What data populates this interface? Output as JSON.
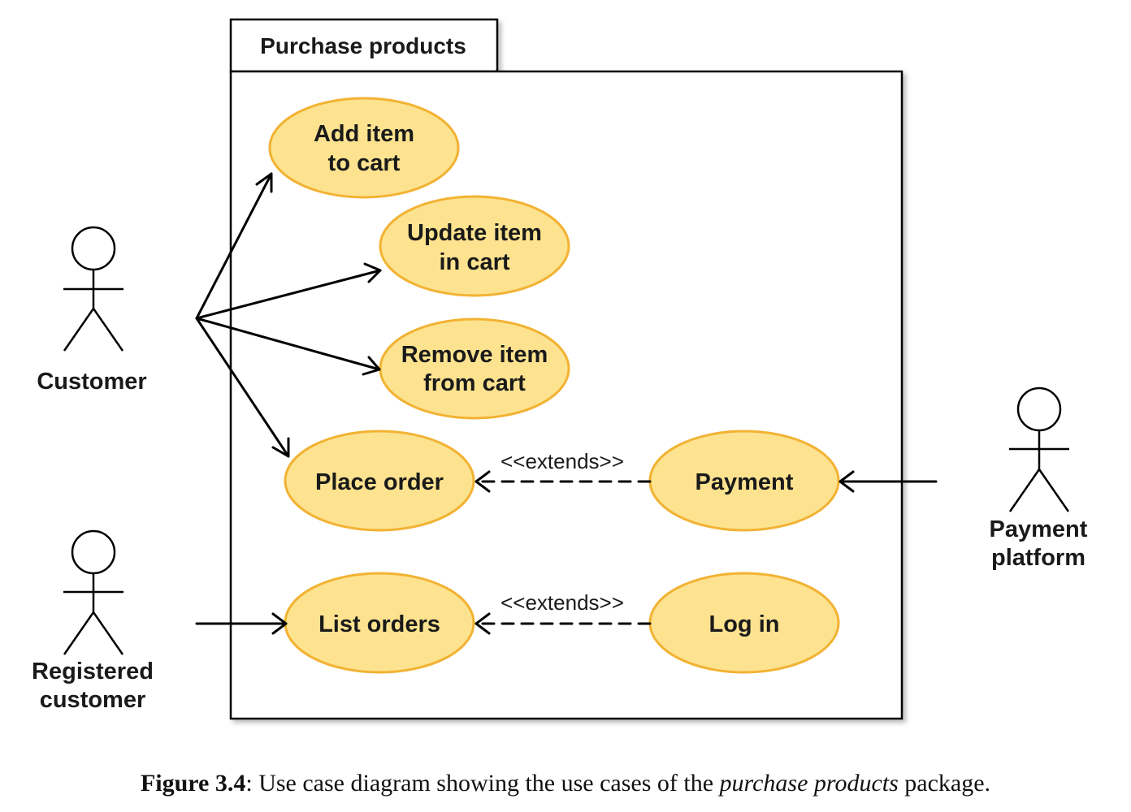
{
  "colors": {
    "usecase_fill": "#fde38f",
    "usecase_stroke": "#f2b233",
    "line": "#000000",
    "package_fill": "#ffffff"
  },
  "package": {
    "title": "Purchase products"
  },
  "actors": {
    "customer": {
      "label": "Customer"
    },
    "registered_customer": {
      "line1": "Registered",
      "line2": "customer"
    },
    "payment_platform": {
      "line1": "Payment",
      "line2": "platform"
    }
  },
  "usecases": {
    "add_item": {
      "line1": "Add item",
      "line2": "to cart"
    },
    "update_item": {
      "line1": "Update item",
      "line2": "in cart"
    },
    "remove_item": {
      "line1": "Remove item",
      "line2": "from cart"
    },
    "place_order": {
      "label": "Place order"
    },
    "payment": {
      "label": "Payment"
    },
    "list_orders": {
      "label": "List orders"
    },
    "log_in": {
      "label": "Log in"
    }
  },
  "relations": {
    "extends_payment": "<<extends>>",
    "extends_login": "<<extends>>"
  },
  "caption": {
    "label": "Figure 3.4",
    "text_before": ": Use case diagram showing the use cases of the ",
    "emphasis": "purchase products",
    "text_after": " package."
  }
}
